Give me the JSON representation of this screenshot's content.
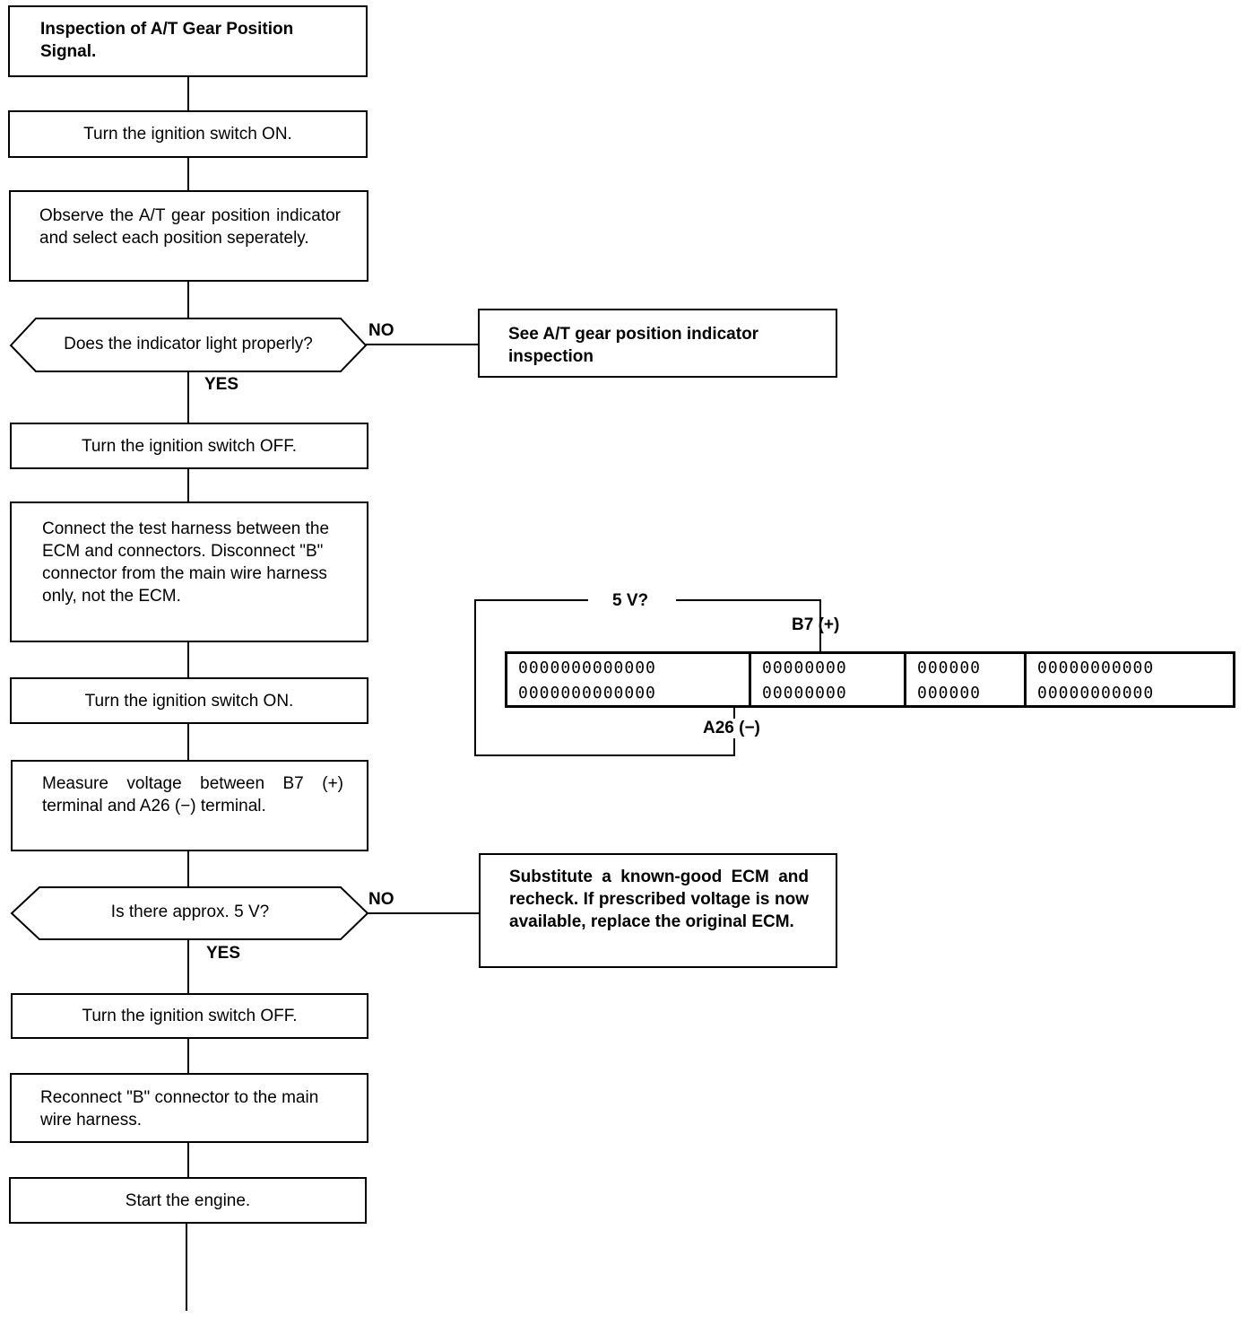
{
  "flow": {
    "step1": "Inspection of A/T Gear Position Signal.",
    "step2": "Turn the ignition switch ON.",
    "step3": "Observe the A/T gear position indicator and select each position seperately.",
    "decision1": "Does the indicator light properly?",
    "decision1_no": "NO",
    "decision1_yes": "YES",
    "result1": "See A/T gear position indicator inspection",
    "step4": "Turn the ignition switch OFF.",
    "step5": "Connect the test harness between the ECM and connectors. Disconnect \"B\" connector from the main wire harness only, not the ECM.",
    "step6": "Turn the ignition switch ON.",
    "step7": "Measure voltage between B7 (+) terminal and A26 (−) terminal.",
    "decision2": "Is there approx. 5 V?",
    "decision2_no": "NO",
    "decision2_yes": "YES",
    "result2": "Substitute a known-good ECM and recheck. If prescribed voltage is now available, replace the original ECM.",
    "step8": "Turn the ignition switch OFF.",
    "step9": "Reconnect \"B\" connector to the main wire harness.",
    "step10": "Start the engine."
  },
  "connector": {
    "voltage_label": "5 V?",
    "b7_label": "B7 (+)",
    "a26_label": "A26 (−)",
    "seg1_row1": "0000000000000",
    "seg1_row2": "0000000000000",
    "seg2_row1": "00000000",
    "seg2_row2": "00000000",
    "seg3_row1": "000000",
    "seg3_row2": "000000",
    "seg4_row1": "00000000000",
    "seg4_row2": "00000000000"
  }
}
